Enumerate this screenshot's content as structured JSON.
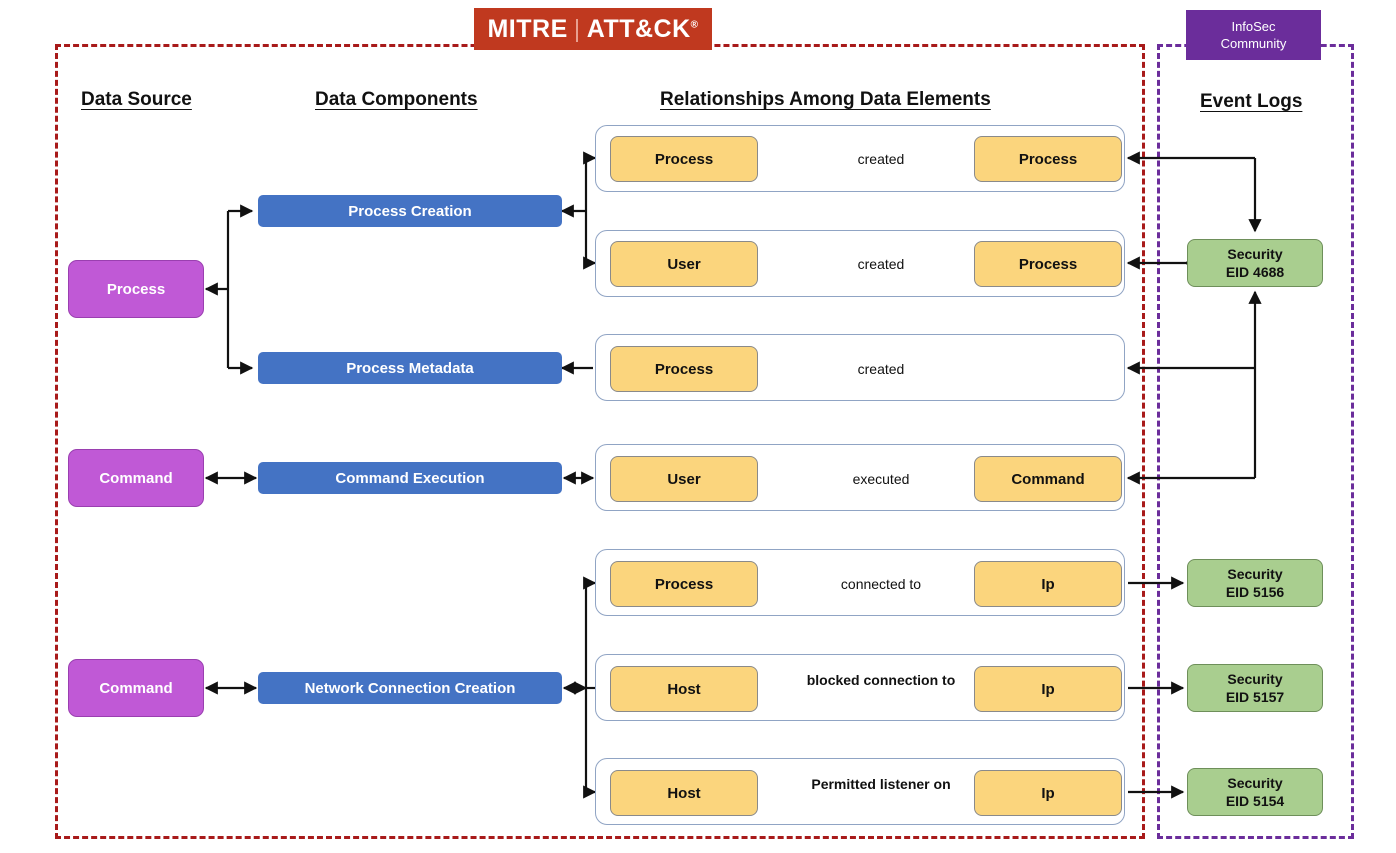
{
  "branding": {
    "mitre_logo": {
      "left": "MITRE",
      "separator": "|",
      "right": "ATT&CK",
      "registered": "®"
    },
    "infosec_chip": "InfoSec\nCommunity",
    "infosec_chip_line1": "InfoSec",
    "infosec_chip_line2": "Community"
  },
  "colors": {
    "mitre_red": "#C0391F",
    "region_red_dashed": "#A81A1A",
    "region_purple_dashed": "#6B2D9B",
    "data_source_purple": "#C059D6",
    "data_component_blue": "#4473C4",
    "relationship_node_yellow": "#FBD57D",
    "event_log_green": "#A9CE8F",
    "card_border_blue": "#90A4C4",
    "connector_black": "#111111"
  },
  "headers": {
    "data_source": "Data Source",
    "data_components": "Data Components",
    "relationships": "Relationships Among Data Elements",
    "event_logs": "Event Logs"
  },
  "data_sources": [
    {
      "id": "ds-process",
      "label": "Process"
    },
    {
      "id": "ds-command-1",
      "label": "Command"
    },
    {
      "id": "ds-command-2",
      "label": "Command"
    }
  ],
  "data_components": [
    {
      "id": "dc-process-creation",
      "label": "Process Creation"
    },
    {
      "id": "dc-process-metadata",
      "label": "Process Metadata"
    },
    {
      "id": "dc-command-execution",
      "label": "Command Execution"
    },
    {
      "id": "dc-network-connection",
      "label": "Network Connection Creation"
    }
  ],
  "relationships": [
    {
      "id": "rel-1",
      "source": "Process",
      "predicate": "created",
      "target": "Process",
      "bold_label": false
    },
    {
      "id": "rel-2",
      "source": "User",
      "predicate": "created",
      "target": "Process",
      "bold_label": false
    },
    {
      "id": "rel-3",
      "source": "Process",
      "predicate": "created",
      "target": "",
      "bold_label": false
    },
    {
      "id": "rel-4",
      "source": "User",
      "predicate": "executed",
      "target": "Command",
      "bold_label": false
    },
    {
      "id": "rel-5",
      "source": "Process",
      "predicate": "connected to",
      "target": "Ip",
      "bold_label": false
    },
    {
      "id": "rel-6",
      "source": "Host",
      "predicate": "blocked connection to",
      "target": "Ip",
      "bold_label": true
    },
    {
      "id": "rel-7",
      "source": "Host",
      "predicate": "Permitted listener on",
      "target": "Ip",
      "bold_label": true
    }
  ],
  "event_logs": [
    {
      "id": "ev-4688",
      "channel": "Security",
      "eid": "EID 4688"
    },
    {
      "id": "ev-5156",
      "channel": "Security",
      "eid": "EID 5156"
    },
    {
      "id": "ev-5157",
      "channel": "Security",
      "eid": "EID 5157"
    },
    {
      "id": "ev-5154",
      "channel": "Security",
      "eid": "EID 5154"
    }
  ]
}
